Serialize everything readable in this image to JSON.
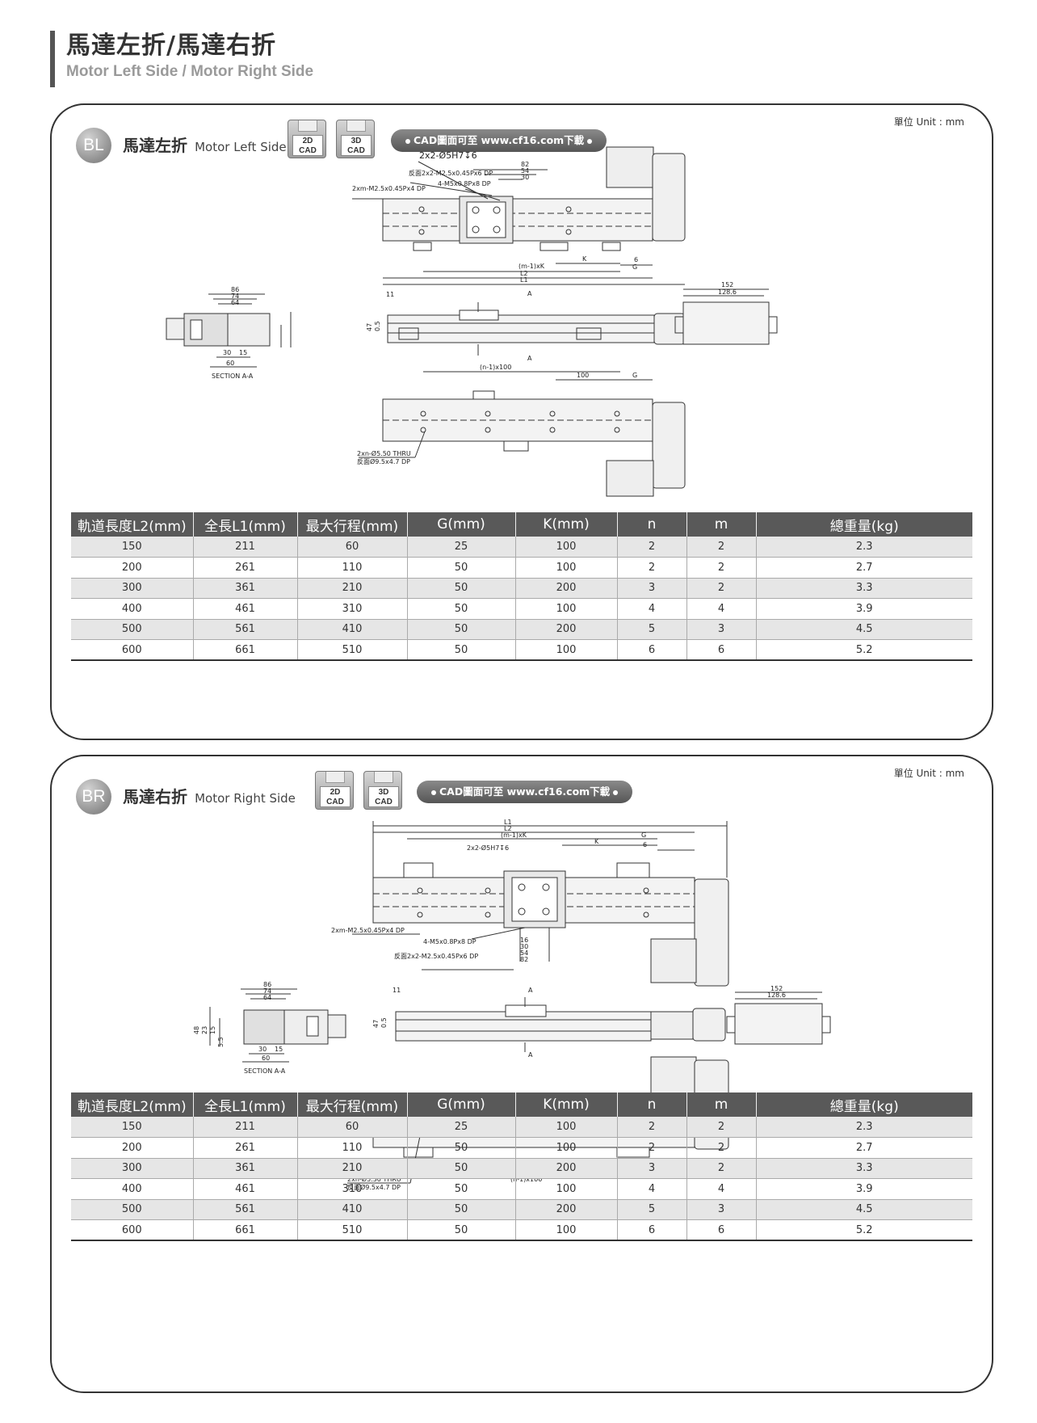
{
  "header": {
    "title_zh": "馬達左折/馬達右折",
    "title_en": "Motor Left Side / Motor Right Side"
  },
  "unit_label": "單位 Unit : mm",
  "cad_link": "CAD圖面可至 www.cf16.com下載",
  "cad_buttons": [
    {
      "line1": "2D",
      "line2": "CAD"
    },
    {
      "line1": "3D",
      "line2": "CAD"
    }
  ],
  "table_headers": [
    "軌道長度L2(mm)",
    "全長L1(mm)",
    "最大行程(mm)",
    "G(mm)",
    "K(mm)",
    "n",
    "m",
    "總重量(kg)"
  ],
  "table_rows": [
    [
      "150",
      "211",
      "60",
      "25",
      "100",
      "2",
      "2",
      "2.3"
    ],
    [
      "200",
      "261",
      "110",
      "50",
      "100",
      "2",
      "2",
      "2.7"
    ],
    [
      "300",
      "361",
      "210",
      "50",
      "200",
      "3",
      "2",
      "3.3"
    ],
    [
      "400",
      "461",
      "310",
      "50",
      "100",
      "4",
      "4",
      "3.9"
    ],
    [
      "500",
      "561",
      "410",
      "50",
      "200",
      "5",
      "3",
      "4.5"
    ],
    [
      "600",
      "661",
      "510",
      "50",
      "100",
      "6",
      "6",
      "5.2"
    ]
  ],
  "sections": [
    {
      "badge": "BL",
      "title_zh": "馬達左折",
      "title_en": "Motor Left Side"
    },
    {
      "badge": "BR",
      "title_zh": "馬達右折",
      "title_en": "Motor Right Side"
    }
  ],
  "drawing_labels": {
    "pin": "2x2-Ø5H7↧6",
    "pin_br": "2x2-Ø5H7↧6",
    "rear": "反面2x2-M2.5x0.45Px6 DP",
    "m5": "4-M5x0.8Px8 DP",
    "m25": "2xm-M2.5x0.45Px4 DP",
    "d82": "82",
    "d54": "54",
    "d30": "30",
    "d16": "16",
    "mk": "(m-1)xK",
    "l2": "L2",
    "l1": "L1",
    "k": "K",
    "g": "G",
    "six": "6",
    "d86": "86",
    "d74": "74",
    "d64": "64",
    "d30b": "30",
    "d15": "15",
    "d60": "60",
    "d55": "5.5",
    "d15v": "15",
    "d23": "23",
    "d48": "48",
    "d47": "47",
    "d05": "0.5",
    "d11": "11",
    "section": "SECTION A-A",
    "a": "A",
    "d152": "152",
    "d1286": "128.6",
    "n100": "(n-1)x100",
    "d100": "100",
    "thru1": "2xn-Ø5.50 THRU",
    "thru2": "反面Ø9.5x4.7 DP"
  }
}
